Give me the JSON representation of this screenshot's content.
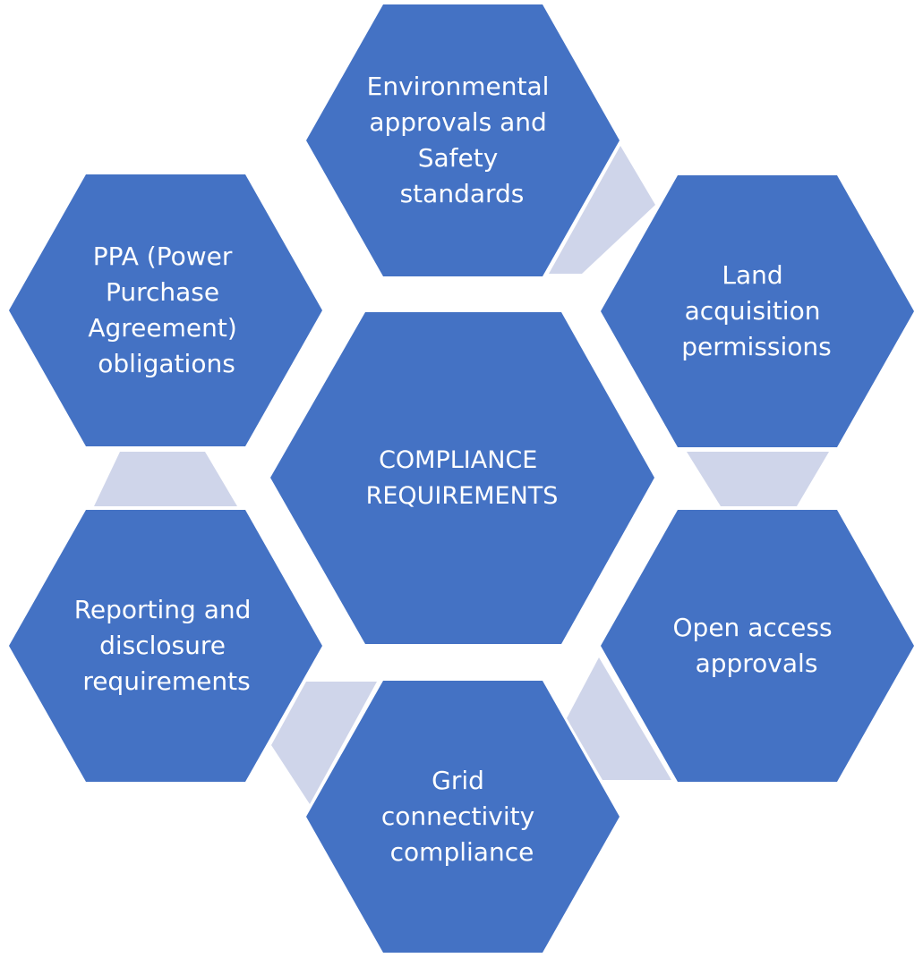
{
  "colors": {
    "hex_fill": "#4472C4",
    "connector_fill": "#CFD5EA",
    "text": "#FFFFFF",
    "background": "#FFFFFF"
  },
  "center": {
    "lines": [
      "COMPLIANCE",
      "REQUIREMENTS"
    ]
  },
  "nodes": [
    {
      "id": "environmental",
      "lines": [
        "Environmental",
        "approvals and",
        "Safety",
        "standards"
      ]
    },
    {
      "id": "land",
      "lines": [
        "Land",
        "acquisition",
        "permissions"
      ]
    },
    {
      "id": "open-access",
      "lines": [
        "Open access",
        "approvals"
      ]
    },
    {
      "id": "grid",
      "lines": [
        "Grid",
        "connectivity",
        "compliance"
      ]
    },
    {
      "id": "reporting",
      "lines": [
        "Reporting and",
        "disclosure",
        "requirements"
      ]
    },
    {
      "id": "ppa",
      "lines": [
        "PPA (Power",
        "Purchase",
        "Agreement)",
        "obligations"
      ]
    }
  ]
}
